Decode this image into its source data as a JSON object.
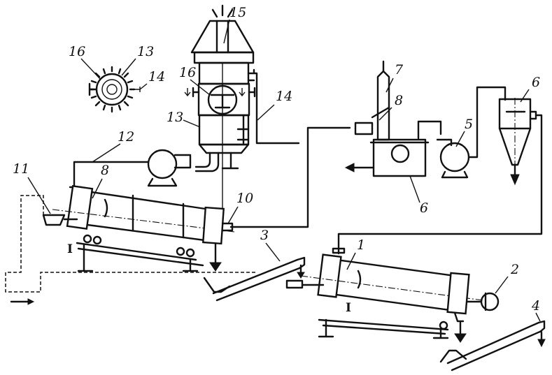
{
  "labels": {
    "l1": "1",
    "l2": "2",
    "l3": "3",
    "l4": "4",
    "l5": "5",
    "l6a": "6",
    "l6b": "6",
    "l7": "7",
    "l8a": "8",
    "l8b": "8",
    "l10": "10",
    "l11": "11",
    "l12": "12",
    "l13a": "13",
    "l13b": "13",
    "l14a": "14",
    "l14b": "14",
    "l15": "15",
    "l16a": "16",
    "l16b": "16"
  },
  "section_marks": {
    "left": "I",
    "right": "I"
  }
}
